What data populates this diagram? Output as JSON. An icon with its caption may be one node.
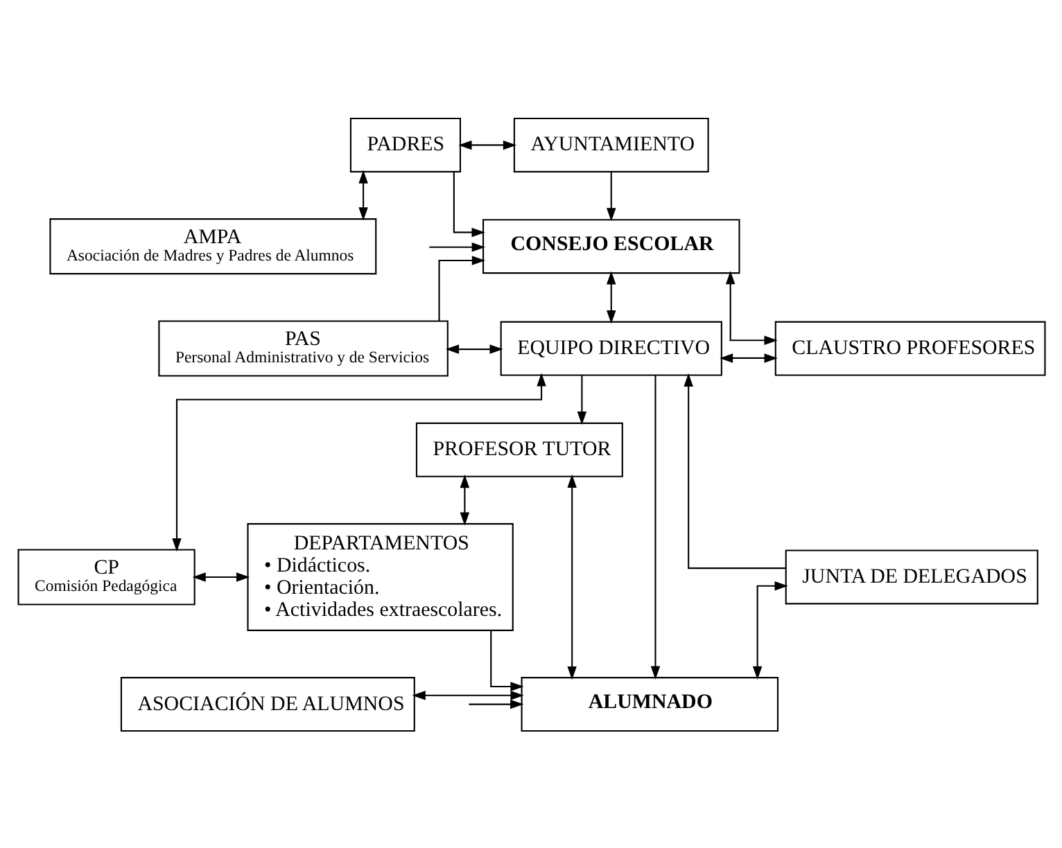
{
  "diagram": {
    "nodes": [
      {
        "text": [
          "PADRES"
        ]
      },
      {
        "text": [
          "AYUNTAMIENTO"
        ]
      },
      {
        "text": [
          "AMPA",
          "Asociación de Madres y Padres de Alumnos"
        ]
      },
      {
        "text": [
          "CONSEJO ESCOLAR"
        ]
      },
      {
        "text": [
          "PAS",
          "Personal Administrativo y de Servicios"
        ]
      },
      {
        "text": [
          "EQUIPO DIRECTIVO"
        ]
      },
      {
        "text": [
          "CLAUSTRO PROFESORES"
        ]
      },
      {
        "text": [
          "JUNTA DE DELEGADOS"
        ]
      },
      {
        "text": [
          "CP",
          "Comisión Pedagógica"
        ]
      },
      {
        "text": [
          "DEPARTAMENTOS",
          "• Didácticos.",
          "• Orientación.",
          "• Actividades extraescolares."
        ]
      },
      {
        "text": [
          "PROFESOR TUTOR"
        ]
      },
      {
        "text": [
          "ASOCIACIÓN DE ALUMNOS"
        ]
      },
      {
        "text": [
          "ALUMNADO"
        ]
      }
    ],
    "edges": [
      {
        "from": 0,
        "to": 1,
        "arrow": "both"
      },
      {
        "from": 0,
        "to": 2,
        "arrow": "both"
      },
      {
        "from": 0,
        "to": 3,
        "arrow": "to"
      },
      {
        "from": 1,
        "to": 3,
        "arrow": "to"
      },
      {
        "from": 4,
        "to": 3,
        "arrow": "to"
      },
      {
        "from": null,
        "to": 3,
        "arrow": "to"
      },
      {
        "from": 3,
        "to": 5,
        "arrow": "both"
      },
      {
        "from": 3,
        "to": 6,
        "arrow": "both"
      },
      {
        "from": 4,
        "to": 5,
        "arrow": "both"
      },
      {
        "from": 7,
        "to": 5,
        "arrow": "to"
      },
      {
        "from": 5,
        "to": 6,
        "arrow": "both"
      },
      {
        "from": 5,
        "to": 8,
        "arrow": "both"
      },
      {
        "from": 5,
        "to": 12,
        "arrow": "to"
      },
      {
        "from": 5,
        "to": 10,
        "arrow": "to"
      },
      {
        "from": 8,
        "to": 9,
        "arrow": "both"
      },
      {
        "from": 10,
        "to": 9,
        "arrow": "both"
      },
      {
        "from": 10,
        "to": 12,
        "arrow": "both"
      },
      {
        "from": 9,
        "to": 12,
        "arrow": "to"
      },
      {
        "from": 7,
        "to": 12,
        "arrow": "both"
      },
      {
        "from": 11,
        "to": 12,
        "arrow": "both"
      },
      {
        "from": null,
        "to": 12,
        "arrow": "to"
      }
    ]
  }
}
